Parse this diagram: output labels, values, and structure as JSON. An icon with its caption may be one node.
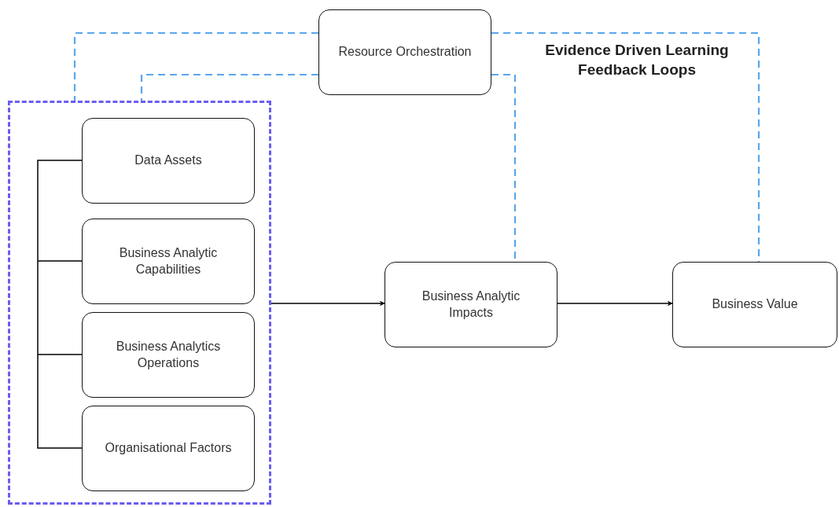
{
  "diagram": {
    "nodes": [
      {
        "text": [],
        "shape": "box"
      },
      {
        "text": [
          "Data Assets"
        ],
        "in": 0
      },
      {
        "text": [
          "Business Analytic Capabilities"
        ],
        "in": 0
      },
      {
        "text": [
          "Business Analytics Operations"
        ],
        "in": 0
      },
      {
        "text": [
          "Organisational Factors"
        ],
        "in": 0
      },
      {
        "text": [
          "Resource Orchestration"
        ]
      },
      {
        "text": [
          "Business Analytic Impacts"
        ]
      },
      {
        "text": [
          "Business Value"
        ]
      }
    ],
    "edges": [
      {
        "from": 0,
        "to": 6,
        "arrow": "to",
        "color": "#000000"
      },
      {
        "from": 6,
        "to": 7,
        "arrow": "to",
        "color": "#000000"
      },
      {
        "from": 5,
        "to": 0,
        "arrow": "none",
        "style": "dashed",
        "color": "#5aa6ec"
      },
      {
        "from": 5,
        "to": 0,
        "arrow": "none",
        "style": "dashed",
        "color": "#5aa6ec"
      },
      {
        "from": 5,
        "to": 6,
        "arrow": "none",
        "style": "dashed",
        "color": "#5aa6ec"
      },
      {
        "from": 5,
        "to": 7,
        "arrow": "none",
        "style": "dashed",
        "color": "#5aa6ec"
      }
    ],
    "labels": [
      "Evidence Driven Learning Feedback Loops"
    ]
  }
}
